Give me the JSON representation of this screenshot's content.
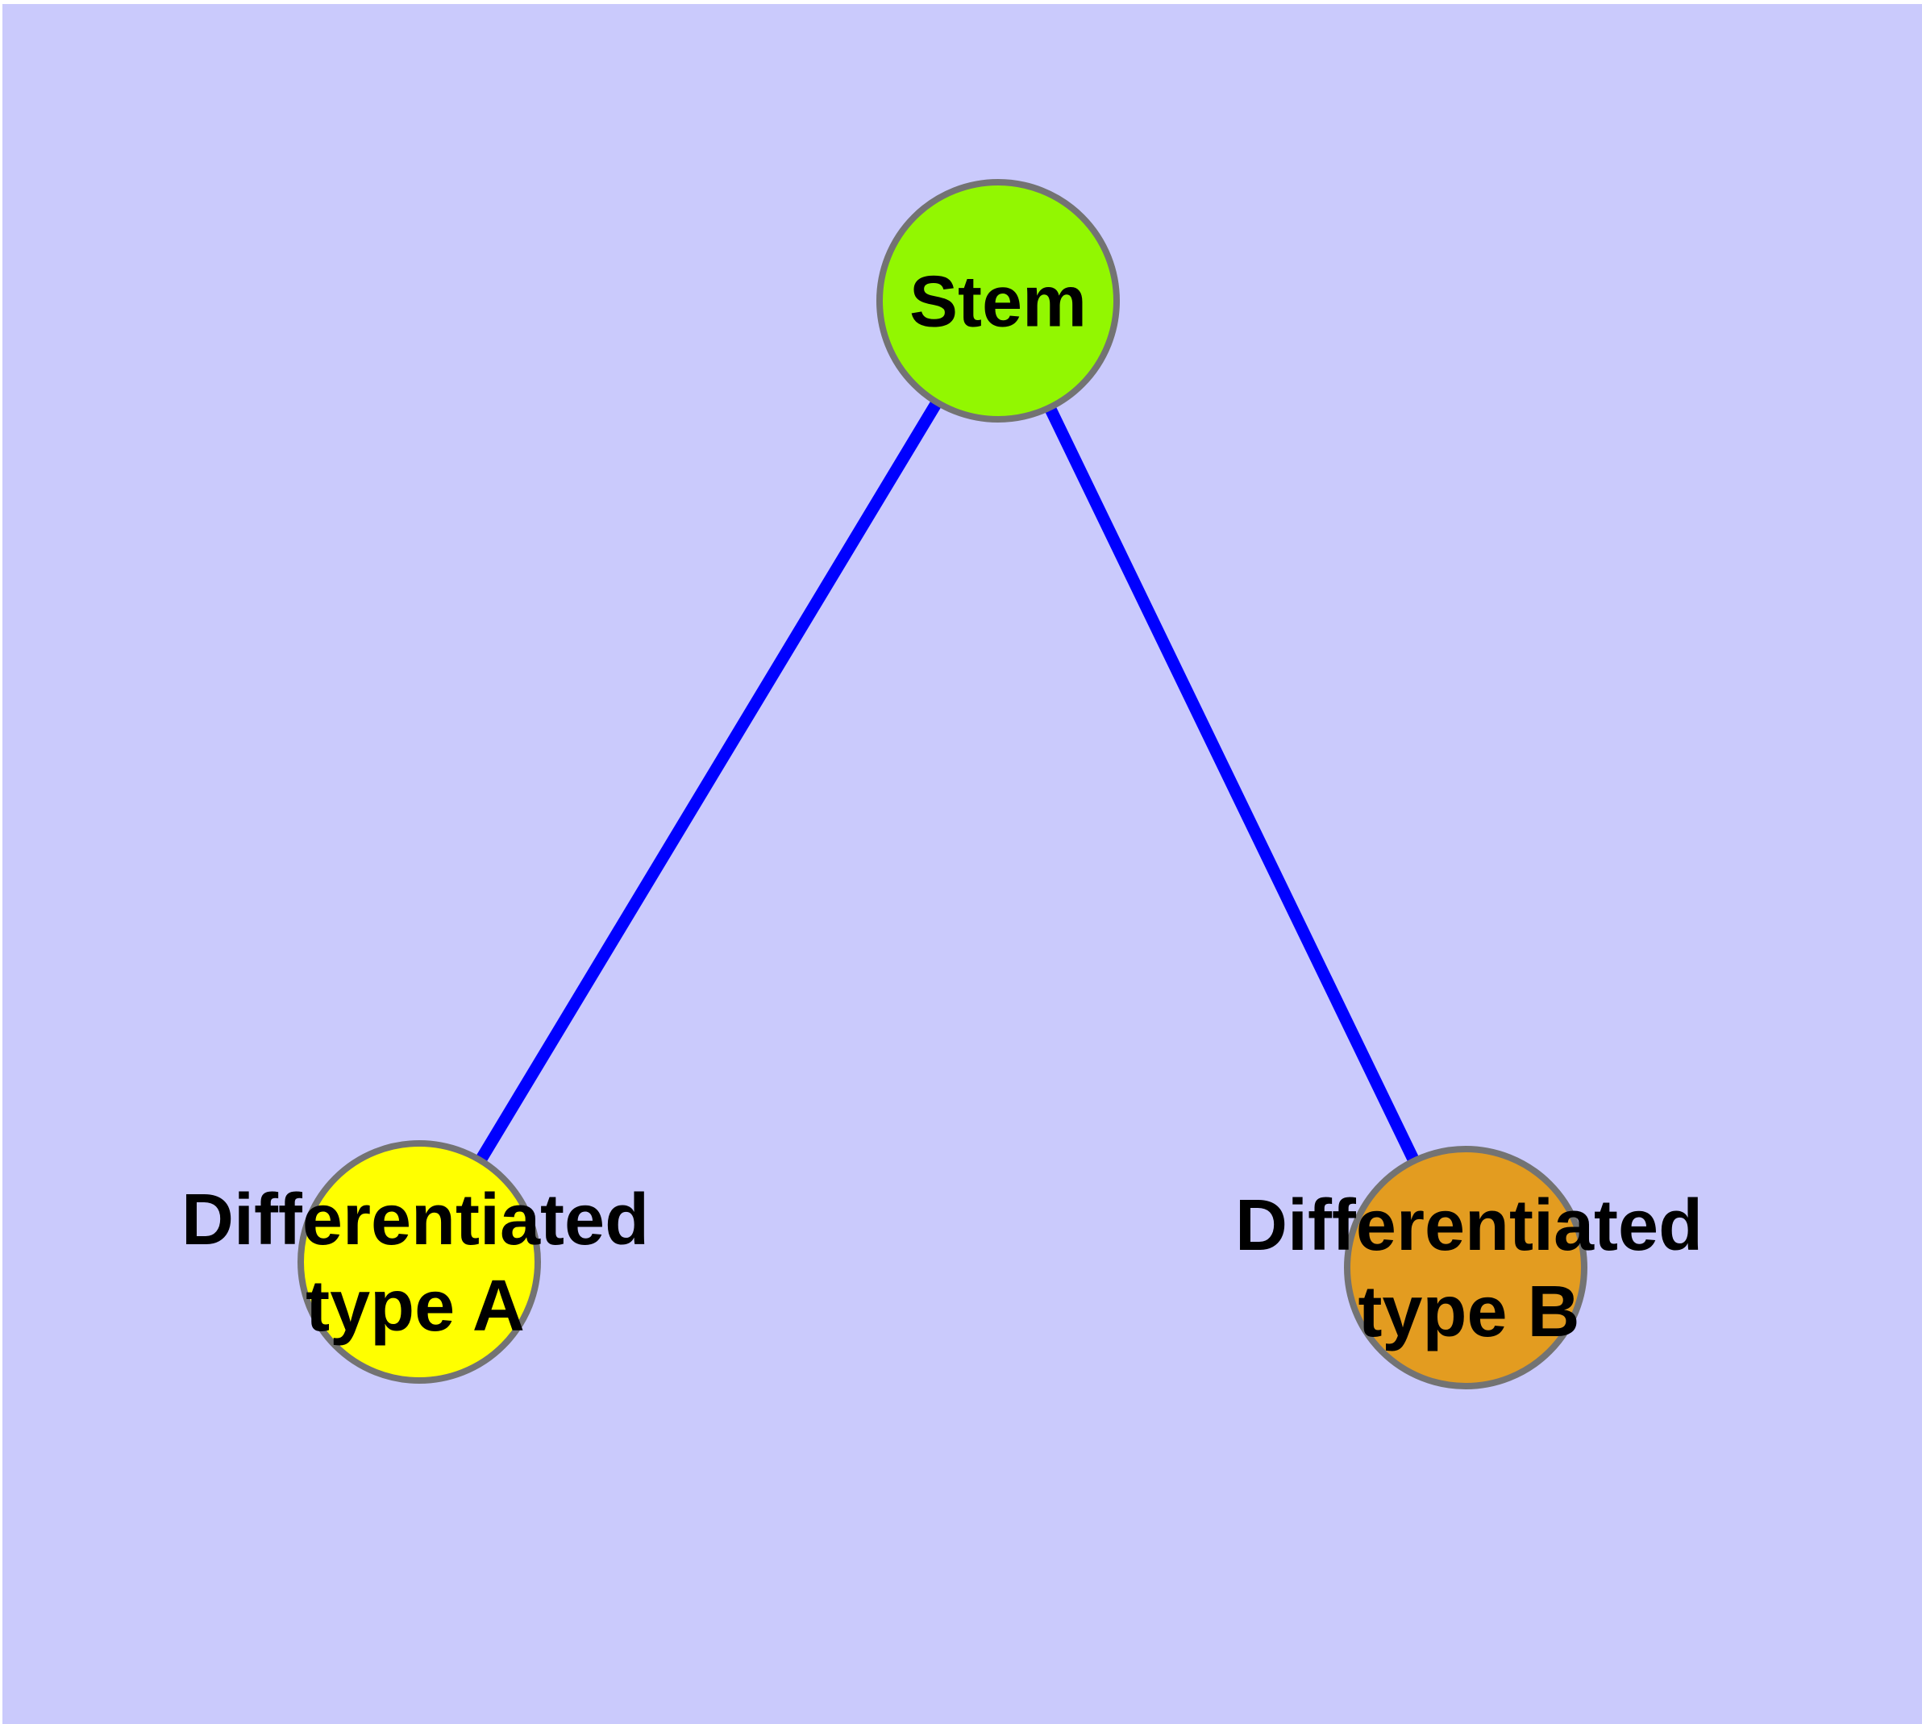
{
  "background": {
    "page_color": "#FFFFFF",
    "canvas_color": "#CACAFC"
  },
  "text_color": "#000000",
  "nodes": {
    "stem": {
      "label": "Stem",
      "fill_color": "#92F701",
      "border_color": "#737373"
    },
    "type_a": {
      "label": "Differentiated type A",
      "label_line1": "Differentiated",
      "label_line2": "type A",
      "fill_color": "#FFFF00",
      "border_color": "#737373"
    },
    "type_b": {
      "label": "Differentiated type B",
      "label_line1": "Differentiated",
      "label_line2": "type B",
      "fill_color": "#E39C20",
      "border_color": "#737373"
    }
  },
  "edges": {
    "stroke_color": "#0000FF",
    "list": [
      {
        "from": "Stem",
        "to": "Differentiated type A"
      },
      {
        "from": "Stem",
        "to": "Differentiated type B"
      }
    ]
  }
}
